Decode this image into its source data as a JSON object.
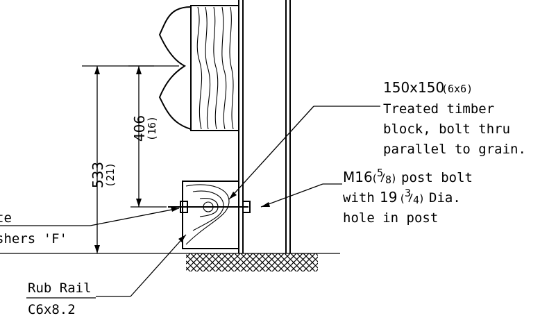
{
  "block_label": {
    "size": "150x150",
    "size_imperial": "(6x6)",
    "line1": "Treated timber",
    "line2": "block, bolt thru",
    "line3": "parallel to grain."
  },
  "bolt_label": {
    "size": "M16",
    "frac_num": "5",
    "frac_den": "8",
    "line1_rest": "post bolt",
    "line2_prefix": "with",
    "hole_size": "19",
    "hole_frac_num": "3",
    "hole_frac_den": "4",
    "line2_suffix": "Dia.",
    "line3": "hole in post"
  },
  "washer_label": {
    "line1": "te",
    "line2": "shers 'F'"
  },
  "rail_label": {
    "title": "Rub Rail",
    "section": "C6x8.2"
  },
  "dimensions": {
    "d533": "533",
    "d533_imperial": "(21)",
    "d406": "406",
    "d406_imperial": "(16)"
  }
}
